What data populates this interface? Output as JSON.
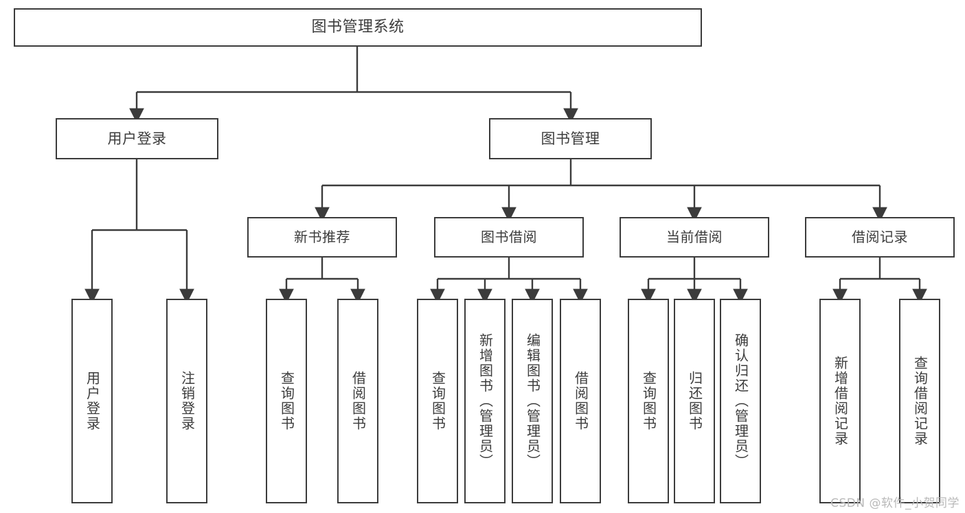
{
  "diagram": {
    "title": "图书管理系统",
    "type": "tree-hierarchy",
    "background_color": "#ffffff",
    "line_color": "#3b3b3b",
    "text_color": "#3c3c3c"
  },
  "nodes": {
    "root": {
      "label": "图书管理系统"
    },
    "level1": [
      {
        "label": "用户登录"
      },
      {
        "label": "图书管理"
      }
    ],
    "level2": [
      {
        "label": "新书推荐"
      },
      {
        "label": "图书借阅"
      },
      {
        "label": "当前借阅"
      },
      {
        "label": "借阅记录"
      }
    ],
    "leaves": {
      "user_login": [
        {
          "label": "用户登录"
        },
        {
          "label": "注销登录"
        }
      ],
      "new_book_recommend": [
        {
          "label": "查询图书"
        },
        {
          "label": "借阅图书"
        }
      ],
      "book_borrow": [
        {
          "label": "查询图书"
        },
        {
          "label": "新增图书（管理员）"
        },
        {
          "label": "编辑图书（管理员）"
        },
        {
          "label": "借阅图书"
        }
      ],
      "current_borrow": [
        {
          "label": "查询图书"
        },
        {
          "label": "归还图书"
        },
        {
          "label": "确认归还（管理员）"
        }
      ],
      "borrow_record": [
        {
          "label": "新增借阅记录"
        },
        {
          "label": "查询借阅记录"
        }
      ]
    }
  },
  "watermark": {
    "text": "CSDN @软件_小贺同学"
  }
}
